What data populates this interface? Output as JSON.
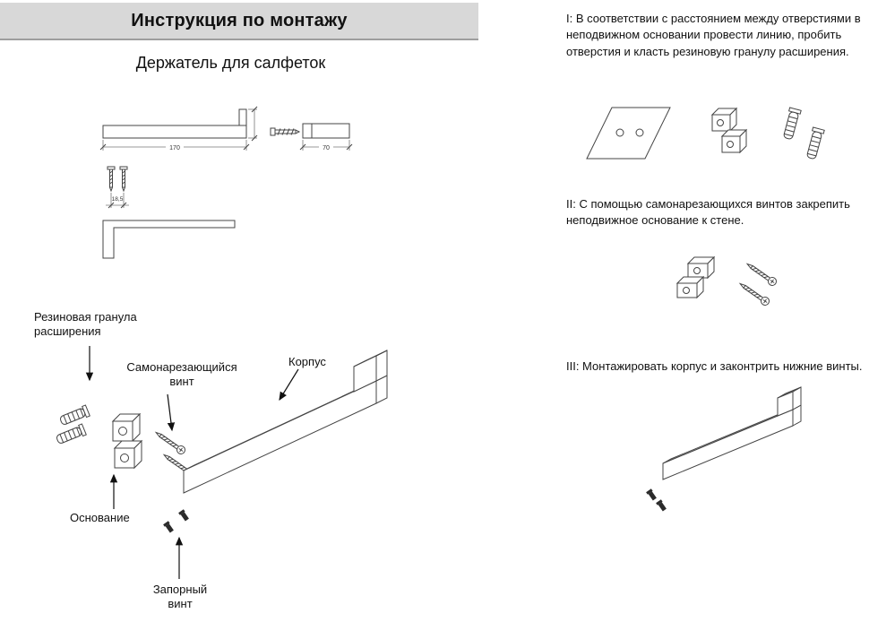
{
  "page": {
    "header_title": "Инструкция по монтажу",
    "subtitle": "Держатель для салфеток"
  },
  "dimensions": {
    "length": "170",
    "depth": "70",
    "hole_spacing": "18,5"
  },
  "callouts": {
    "rubber_granule": "Резиновая гранула расширения",
    "self_tapping_screw": "Самонарезающийся винт",
    "body": "Корпус",
    "base": "Основание",
    "locking_screw": "Запорный винт"
  },
  "steps": [
    {
      "text": "I: В соответствии с расстоянием между отверстиями в неподвижном основании провести линию, пробить отверстия и класть резиновую гранулу расширения."
    },
    {
      "text": "II: С помощью самонарезающихся винтов закрепить неподвижное основание к стене."
    },
    {
      "text": "III: Монтажировать корпус и законтрить нижние винты."
    }
  ]
}
